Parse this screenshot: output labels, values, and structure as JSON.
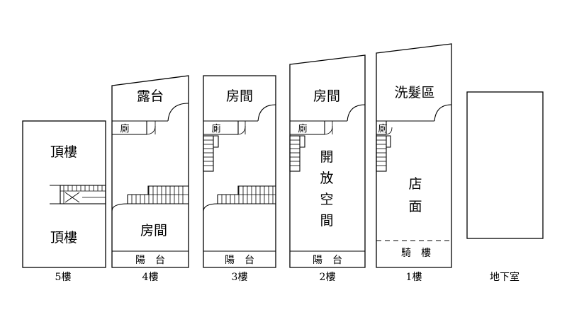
{
  "floors": [
    {
      "label": "5樓",
      "rooms": [
        "頂樓",
        "頂樓"
      ]
    },
    {
      "label": "4樓",
      "rooms": [
        "露台",
        "廁",
        "房間",
        "陽　台"
      ]
    },
    {
      "label": "3樓",
      "rooms": [
        "房間",
        "廁",
        "陽　台"
      ]
    },
    {
      "label": "2樓",
      "rooms": [
        "房間",
        "廁",
        "開",
        "放",
        "空",
        "間",
        "陽　台"
      ]
    },
    {
      "label": "1樓",
      "rooms": [
        "洗髮區",
        "廁",
        "店",
        "面",
        "騎　樓"
      ]
    },
    {
      "label": "地下室",
      "rooms": []
    }
  ]
}
